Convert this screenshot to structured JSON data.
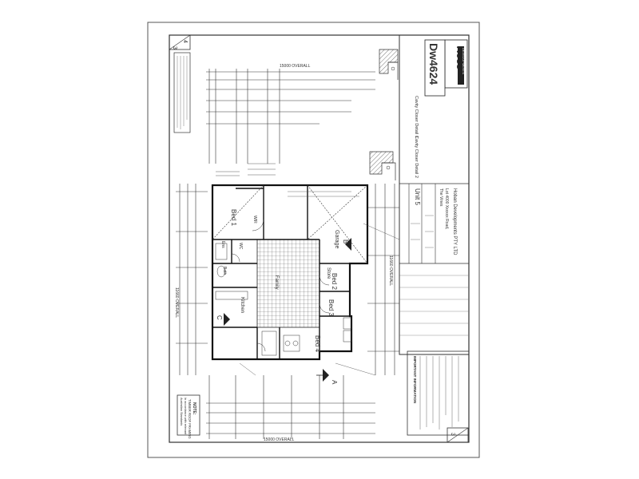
{
  "sheet": {
    "drawing_number": "Dw4624",
    "brand": "Ross",
    "brand_sub": "DEVELOPMENTS",
    "unit": "Unit 5",
    "client": "Hoban Developments PTY LTD",
    "address_line": "Lot 4000 Xxxxxx Road,",
    "address_line_2": "The Vines",
    "detail_1": "Cavity Closer Detail 1",
    "detail_2": "Cavity Closer Detail 2",
    "sheet_number": "3",
    "sheet_total": "4",
    "sheet_number_bottom": "3"
  },
  "rooms": {
    "bed1": "Bed 1",
    "bed2": "Bed 2",
    "bed3": "Bed 3",
    "bed4": "Bed 4",
    "store": "Store",
    "garage": "Garage",
    "kitchen": "Kitchen",
    "ensuite": "Ens",
    "wc": "WC",
    "bath": "Bath",
    "family": "Family",
    "robe": "WIR"
  },
  "section_markers": {
    "a": "A",
    "b": "B",
    "c": "C"
  },
  "dimension_labels": {
    "top_overall": "15000 OVERALL",
    "bottom_overall": "15000 OVERALL",
    "left_overall": "11660 OVERALL",
    "right_overall": "11660 OVERALL"
  },
  "notes": {
    "note_title": "NOTE:",
    "note_body": "TIMBER ROOF FRAMING",
    "note_body_2": "In accordance with relevant",
    "note_body_3": "Australian Standards",
    "important_title": "IMPORTANT INFORMATION"
  },
  "colors": {
    "ink": "#2b2b2b",
    "paper": "#ffffff",
    "hatch": "#555555"
  }
}
